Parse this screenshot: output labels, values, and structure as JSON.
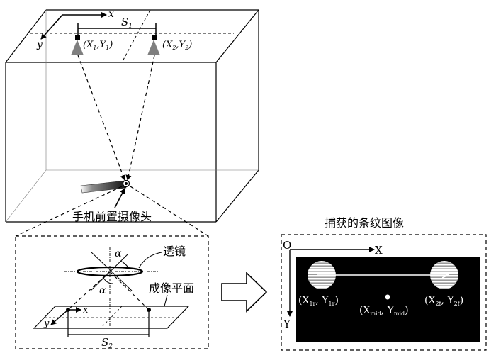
{
  "room": {
    "axis_x": "x",
    "axis_y": "y",
    "spacing_label": {
      "base": "S",
      "sub": "1"
    },
    "light1": {
      "open": "(X",
      "sub1": "1",
      "mid": ",Y",
      "sub2": "1",
      "close": ")"
    },
    "light2": {
      "open": "(X",
      "sub1": "2",
      "mid": ",Y",
      "sub2": "2",
      "close": ")"
    },
    "phone_camera_label": "手机前置摄像头"
  },
  "optics": {
    "lens_label": "透镜",
    "angle_label": "α",
    "image_plane_label": "成像平面",
    "axis_x": "x",
    "axis_y": "y",
    "spacing_label": {
      "base": "S",
      "sub": "2"
    }
  },
  "capture": {
    "title": "捕获的条纹图像",
    "origin": "O",
    "axis_x": "X",
    "axis_y": "Y",
    "point1": {
      "open": "(X",
      "sub1": "1r",
      "mid": ", Y",
      "sub2": "1r",
      "close": ")"
    },
    "point_mid": {
      "open": "(X",
      "sub1": "mid",
      "mid": ", Y",
      "sub2": "mid",
      "close": ")"
    },
    "point2": {
      "open": "(X",
      "sub1": "2f",
      "mid": ", Y",
      "sub2": "2f",
      "close": ")"
    }
  }
}
